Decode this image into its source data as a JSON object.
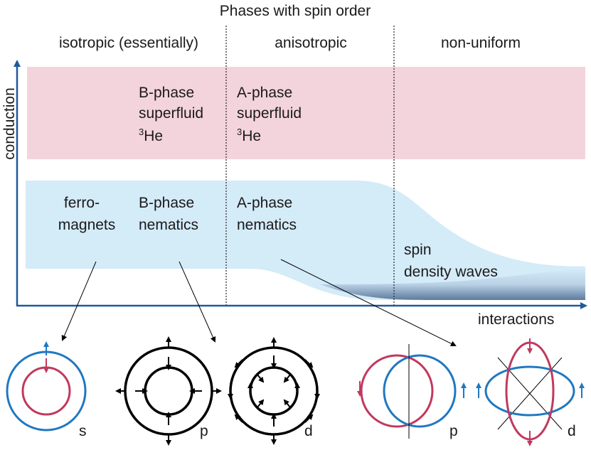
{
  "title": "Phases with spin order",
  "columns": {
    "isotropic": "isotropic (essentially)",
    "anisotropic": "anisotropic",
    "nonuniform": "non-uniform"
  },
  "axes": {
    "y": "conduction",
    "x": "interactions"
  },
  "superfluid_band": {
    "b_phase": [
      "B-phase",
      "superfluid",
      "He"
    ],
    "a_phase": [
      "A-phase",
      "superfluid",
      "He"
    ],
    "isotope_sup": "3"
  },
  "insulator_band": {
    "ferro": [
      "ferro-",
      "magnets"
    ],
    "b_nematics": [
      "B-phase",
      "nematics"
    ],
    "a_nematics": [
      "A-phase",
      "nematics"
    ],
    "sdw": [
      "spin",
      "density waves"
    ]
  },
  "diagram_labels": {
    "s": "s",
    "p1": "p",
    "d1": "d",
    "p2": "p",
    "d2": "d"
  },
  "colors": {
    "pink_band": "#f4d4dc",
    "blue_band": "#d4ebf8",
    "red": "#c0395e",
    "blue": "#1f78c1",
    "axis": "#1f5a9c"
  }
}
